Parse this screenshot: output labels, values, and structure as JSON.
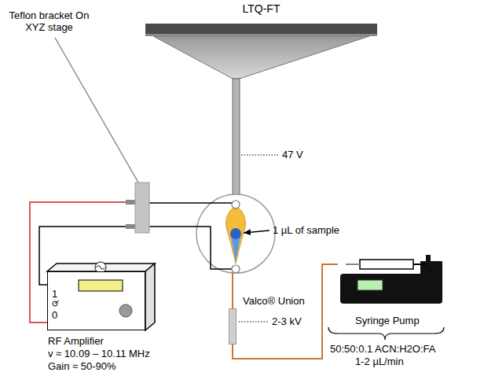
{
  "diagram": {
    "nodes": [
      {
        "text": [
          "LTQ-FT"
        ]
      },
      {
        "text": [
          "1",
          "0",
          "RF Amplifier",
          "v ≈ 10.09 – 10.11 MHz",
          "Gain ≈ 50-90%"
        ]
      },
      {
        "text": [
          "Valco® Union"
        ]
      },
      {
        "text": [
          "Syringe Pump",
          "50:50:0.1 ACN:H2O:FA",
          "1-2 µL/min"
        ]
      }
    ],
    "edges": [
      {
        "from": 3,
        "to": 2,
        "arrow": "none"
      }
    ],
    "labels": [
      "Teflon bracket On XYZ stage",
      "47 V",
      "1 µL of sample",
      "2-3 kV"
    ]
  }
}
